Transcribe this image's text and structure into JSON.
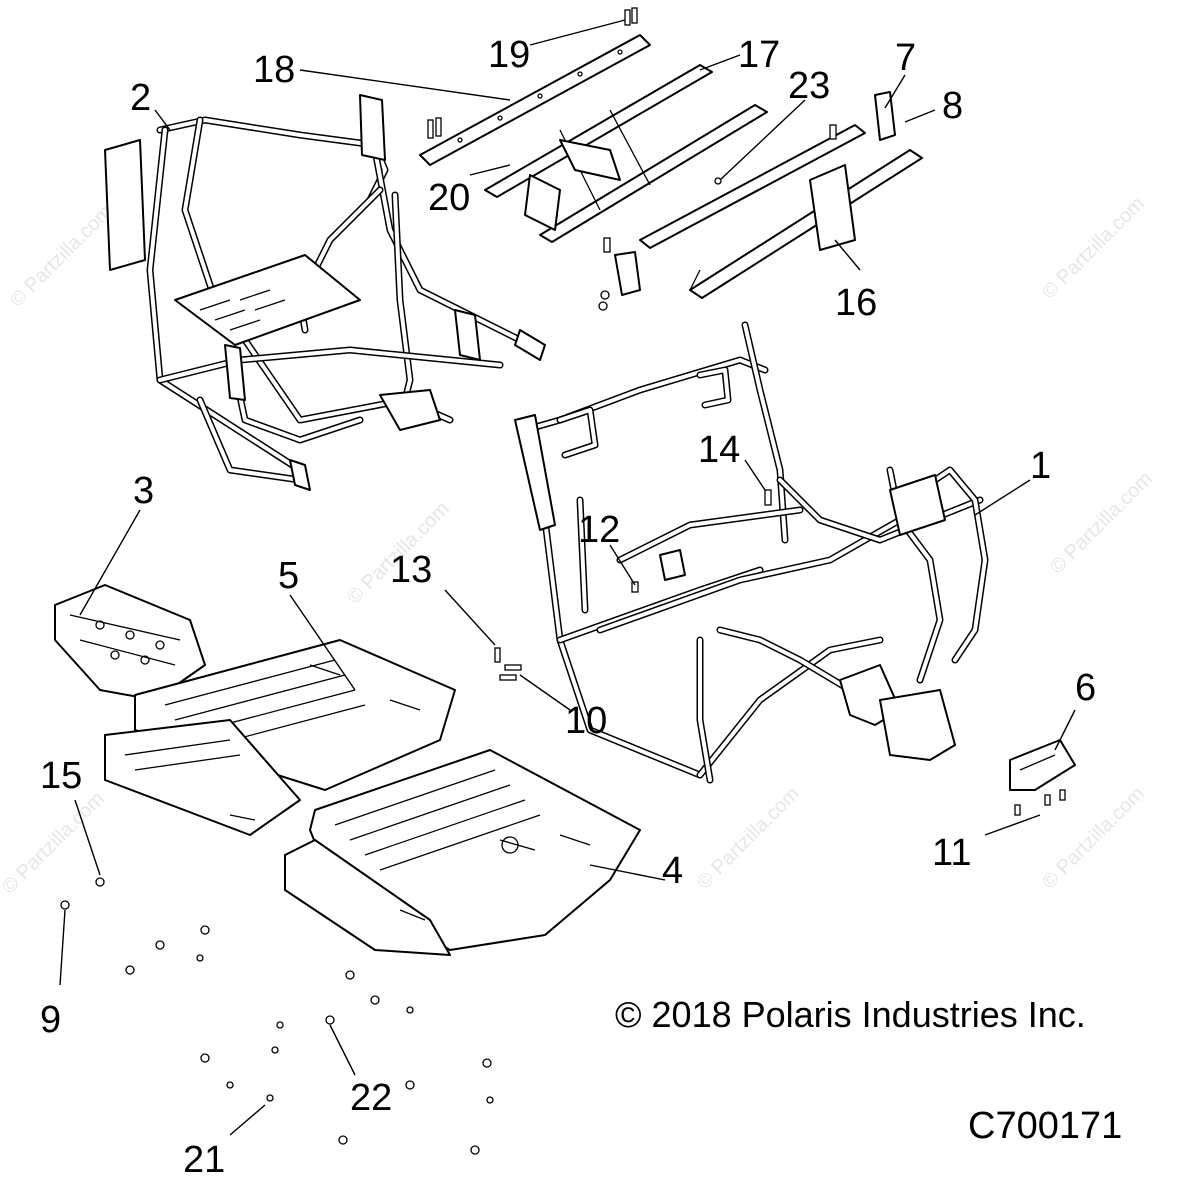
{
  "diagram": {
    "callouts": [
      {
        "id": "1",
        "label": "1"
      },
      {
        "id": "2",
        "label": "2"
      },
      {
        "id": "3",
        "label": "3"
      },
      {
        "id": "4",
        "label": "4"
      },
      {
        "id": "5",
        "label": "5"
      },
      {
        "id": "6",
        "label": "6"
      },
      {
        "id": "7",
        "label": "7"
      },
      {
        "id": "8",
        "label": "8"
      },
      {
        "id": "9",
        "label": "9"
      },
      {
        "id": "10",
        "label": "10"
      },
      {
        "id": "11",
        "label": "11"
      },
      {
        "id": "12",
        "label": "12"
      },
      {
        "id": "13",
        "label": "13"
      },
      {
        "id": "14",
        "label": "14"
      },
      {
        "id": "15",
        "label": "15"
      },
      {
        "id": "16",
        "label": "16"
      },
      {
        "id": "17",
        "label": "17"
      },
      {
        "id": "18",
        "label": "18"
      },
      {
        "id": "19",
        "label": "19"
      },
      {
        "id": "20",
        "label": "20"
      },
      {
        "id": "21",
        "label": "21"
      },
      {
        "id": "22",
        "label": "22"
      },
      {
        "id": "23",
        "label": "23"
      }
    ],
    "copyright": "© 2018 Polaris Industries Inc.",
    "drawing_code": "C700171",
    "watermark": "© Partzilla.com"
  }
}
